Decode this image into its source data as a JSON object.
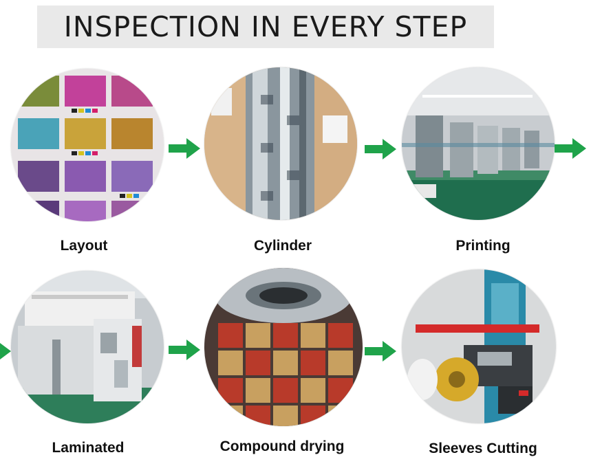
{
  "title": "INSPECTION IN EVERY STEP",
  "steps": [
    {
      "label": "Layout"
    },
    {
      "label": "Cylinder"
    },
    {
      "label": "Printing"
    },
    {
      "label": "Laminated"
    },
    {
      "label": "Compound drying"
    },
    {
      "label": "Sleeves Cutting"
    }
  ],
  "colors": {
    "arrow": "#1fa34a",
    "banner": "#e9e9e9",
    "text": "#111111"
  }
}
